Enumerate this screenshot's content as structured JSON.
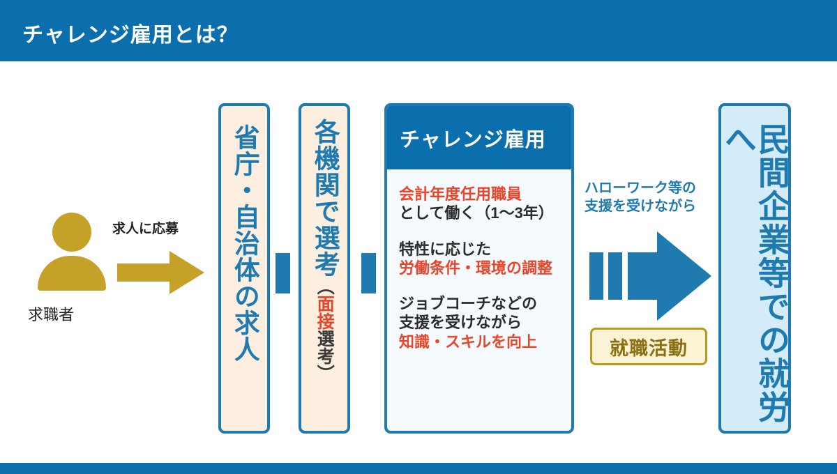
{
  "header": {
    "title": "チャレンジ雇用とは？",
    "bg_color": "#0b6fae",
    "text_color": "#ffffff"
  },
  "footer": {
    "bg_color": "#0b6fae"
  },
  "palette": {
    "blue": "#1f7ab0",
    "deep_blue": "#0b6fae",
    "gold": "#c5a127",
    "gold_dark": "#8a6f12",
    "red": "#e8452b",
    "cream": "#fcefe0",
    "light_blue": "#d4ecfa",
    "pale_blue": "#f4fafd"
  },
  "seeker": {
    "icon": "person-icon",
    "label": "求職者",
    "color": "#c5a127"
  },
  "apply_arrow": {
    "icon": "right-arrow-icon",
    "label": "求人に応募",
    "color": "#c5a127"
  },
  "steps": [
    {
      "id": "ministry",
      "name": "省庁・自治体の求人",
      "text": "省庁・自治体の求人",
      "bg": "#fcefe0",
      "text_color": "#1f7ab0"
    },
    {
      "id": "screening",
      "name": "各機関で選考",
      "main_text": "各機関で選考",
      "paren_open": "（",
      "paren_red": "面接",
      "paren_rest": "選考",
      "paren_close": "）",
      "bg": "#fcefe0",
      "text_color": "#1f7ab0"
    }
  ],
  "challenge": {
    "header_title": "チャレンジ雇用",
    "header_bg": "#0b6fae",
    "body_bg": "#f4fafd",
    "blocks": [
      {
        "lines": [
          {
            "text": "会計年度任用職員",
            "color": "red"
          },
          {
            "text": "として働く（1〜3年）",
            "color": "dark"
          }
        ]
      },
      {
        "lines": [
          {
            "text": "特性に応じた",
            "color": "dark"
          },
          {
            "text": "労働条件・環境の調整",
            "color": "red"
          }
        ]
      },
      {
        "lines": [
          {
            "text": "ジョブコーチなどの",
            "color": "dark"
          },
          {
            "text": "支援を受けながら",
            "color": "dark"
          },
          {
            "text": "知識・スキルを向上",
            "color": "red"
          }
        ]
      }
    ]
  },
  "hello_work": {
    "label_line1": "ハローワーク等の",
    "label_line2": "支援を受けながら",
    "color": "#1f7ab0"
  },
  "big_arrow": {
    "icon": "striped-right-arrow-icon",
    "color": "#1f7ab0"
  },
  "job_hunt_badge": {
    "label": "就職活動",
    "bg": "#fcf2d4",
    "border": "#b89a1e",
    "text_color": "#8a6f12"
  },
  "outcome": {
    "id": "private",
    "text": "民間企業等での就労へ",
    "bg": "#d4ecfa",
    "text_color": "#1f7ab0"
  },
  "connectors": {
    "count": 2,
    "color": "#1f7ab0"
  }
}
